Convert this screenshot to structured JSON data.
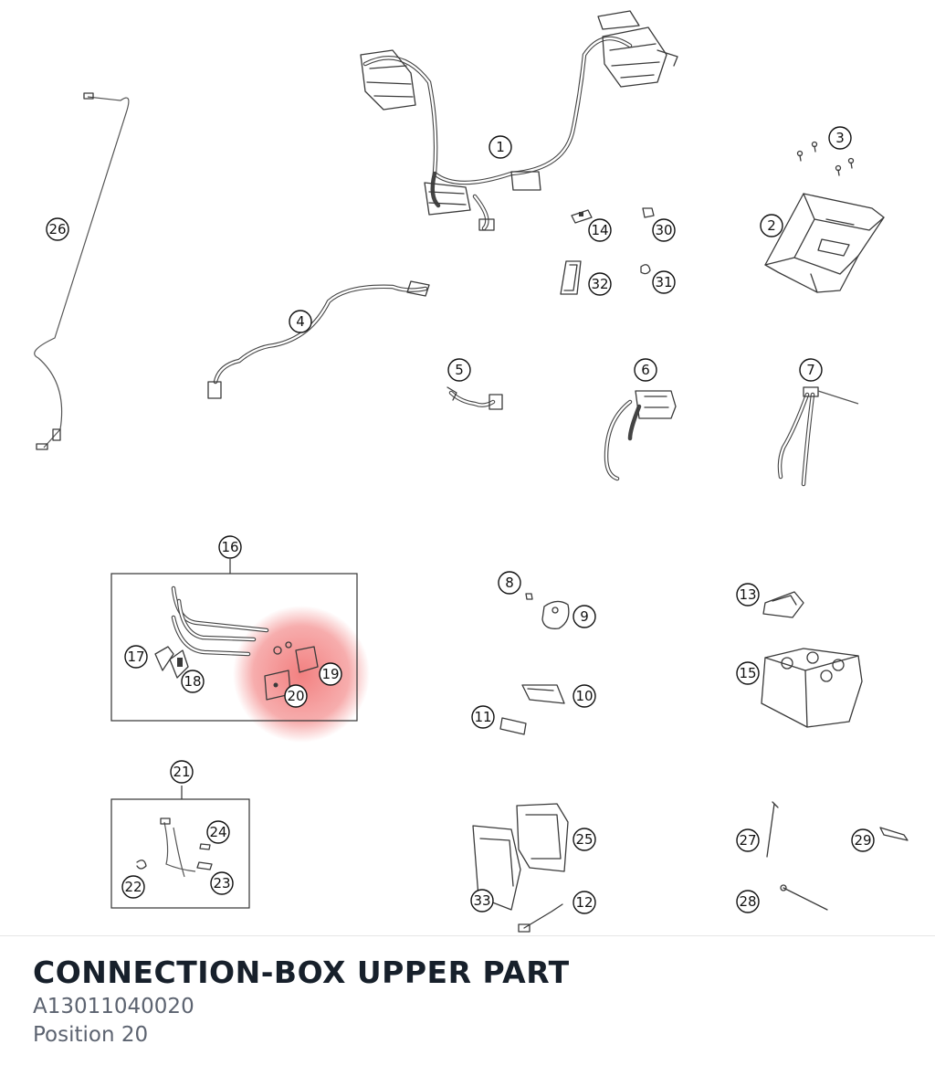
{
  "title": "CONNECTION-BOX UPPER PART",
  "part_number": "A13011040020",
  "position": "Position 20",
  "highlight_color": "#f06a6a",
  "labels": [
    "1",
    "2",
    "3",
    "4",
    "5",
    "6",
    "7",
    "8",
    "9",
    "10",
    "11",
    "12",
    "13",
    "14",
    "15",
    "16",
    "17",
    "18",
    "19",
    "20",
    "21",
    "22",
    "23",
    "24",
    "25",
    "26",
    "27",
    "28",
    "29",
    "30",
    "31",
    "32",
    "33"
  ]
}
